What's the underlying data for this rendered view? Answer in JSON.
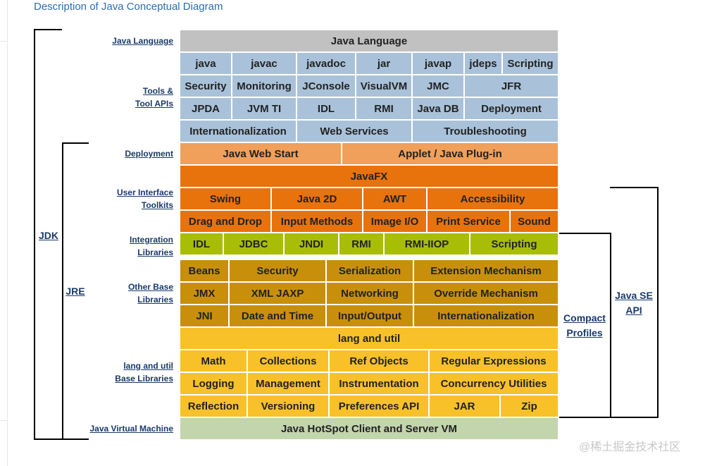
{
  "title": "Description of Java Conceptual Diagram",
  "section_labels": {
    "java_language": "Java Language",
    "tools": "Tools &\nTool APIs",
    "deployment": "Deployment",
    "ui": "User Interface\nToolkits",
    "integration": "Integration\nLibraries",
    "other_base": "Other Base\nLibraries",
    "lang_util": "lang and util\nBase Libraries",
    "jvm": "Java Virtual Machine"
  },
  "blocks": {
    "java_language": "Java Language",
    "java": "java",
    "javac": "javac",
    "javadoc": "javadoc",
    "jar": "jar",
    "javap": "javap",
    "jdeps": "jdeps",
    "scripting_tool": "Scripting",
    "security_tool": "Security",
    "monitoring": "Monitoring",
    "jconsole": "JConsole",
    "visualvm": "VisualVM",
    "jmc": "JMC",
    "jfr": "JFR",
    "jpda": "JPDA",
    "jvmti": "JVM TI",
    "idl_tool": "IDL",
    "rmi_tool": "RMI",
    "javadb": "Java DB",
    "deployment_tool": "Deployment",
    "i18n_tool": "Internationalization",
    "webservices": "Web Services",
    "troubleshooting": "Troubleshooting",
    "webstart": "Java Web Start",
    "applet": "Applet / Java Plug-in",
    "javafx": "JavaFX",
    "swing": "Swing",
    "java2d": "Java 2D",
    "awt": "AWT",
    "accessibility": "Accessibility",
    "dnd": "Drag and Drop",
    "input_methods": "Input Methods",
    "imageio": "Image I/O",
    "print": "Print Service",
    "sound": "Sound",
    "idl": "IDL",
    "jdbc": "JDBC",
    "jndi": "JNDI",
    "rmi": "RMI",
    "rmiiiop": "RMI-IIOP",
    "scripting": "Scripting",
    "beans": "Beans",
    "security": "Security",
    "serialization": "Serialization",
    "ext_mech": "Extension Mechanism",
    "jmx": "JMX",
    "xmljaxp": "XML JAXP",
    "networking": "Networking",
    "override": "Override Mechanism",
    "jni": "JNI",
    "datetime": "Date and Time",
    "io": "Input/Output",
    "i18n": "Internationalization",
    "langutil": "lang and util",
    "math": "Math",
    "collections": "Collections",
    "refobjects": "Ref Objects",
    "regex": "Regular Expressions",
    "logging": "Logging",
    "management": "Management",
    "instrumentation": "Instrumentation",
    "concurrency": "Concurrency Utilities",
    "reflection": "Reflection",
    "versioning": "Versioning",
    "prefs": "Preferences API",
    "jar_lib": "JAR",
    "zip": "Zip",
    "hotspot": "Java HotSpot Client and Server VM"
  },
  "brackets": {
    "jdk": "JDK",
    "jre": "JRE",
    "compact": "Compact\nProfiles",
    "javase": "Java SE\nAPI"
  },
  "watermark": "@稀土掘金技术社区",
  "colors": {
    "language": "#c1c1c1",
    "tools": "#a9c2d9",
    "deployment": "#f0a05a",
    "ui": "#e8720c",
    "integration": "#a8bd06",
    "other_base": "#c8900a",
    "lang_util": "#f8c12a",
    "jvm": "#c3d5ad",
    "label_text": "#1a3a6a",
    "title_text": "#2b6db0"
  }
}
